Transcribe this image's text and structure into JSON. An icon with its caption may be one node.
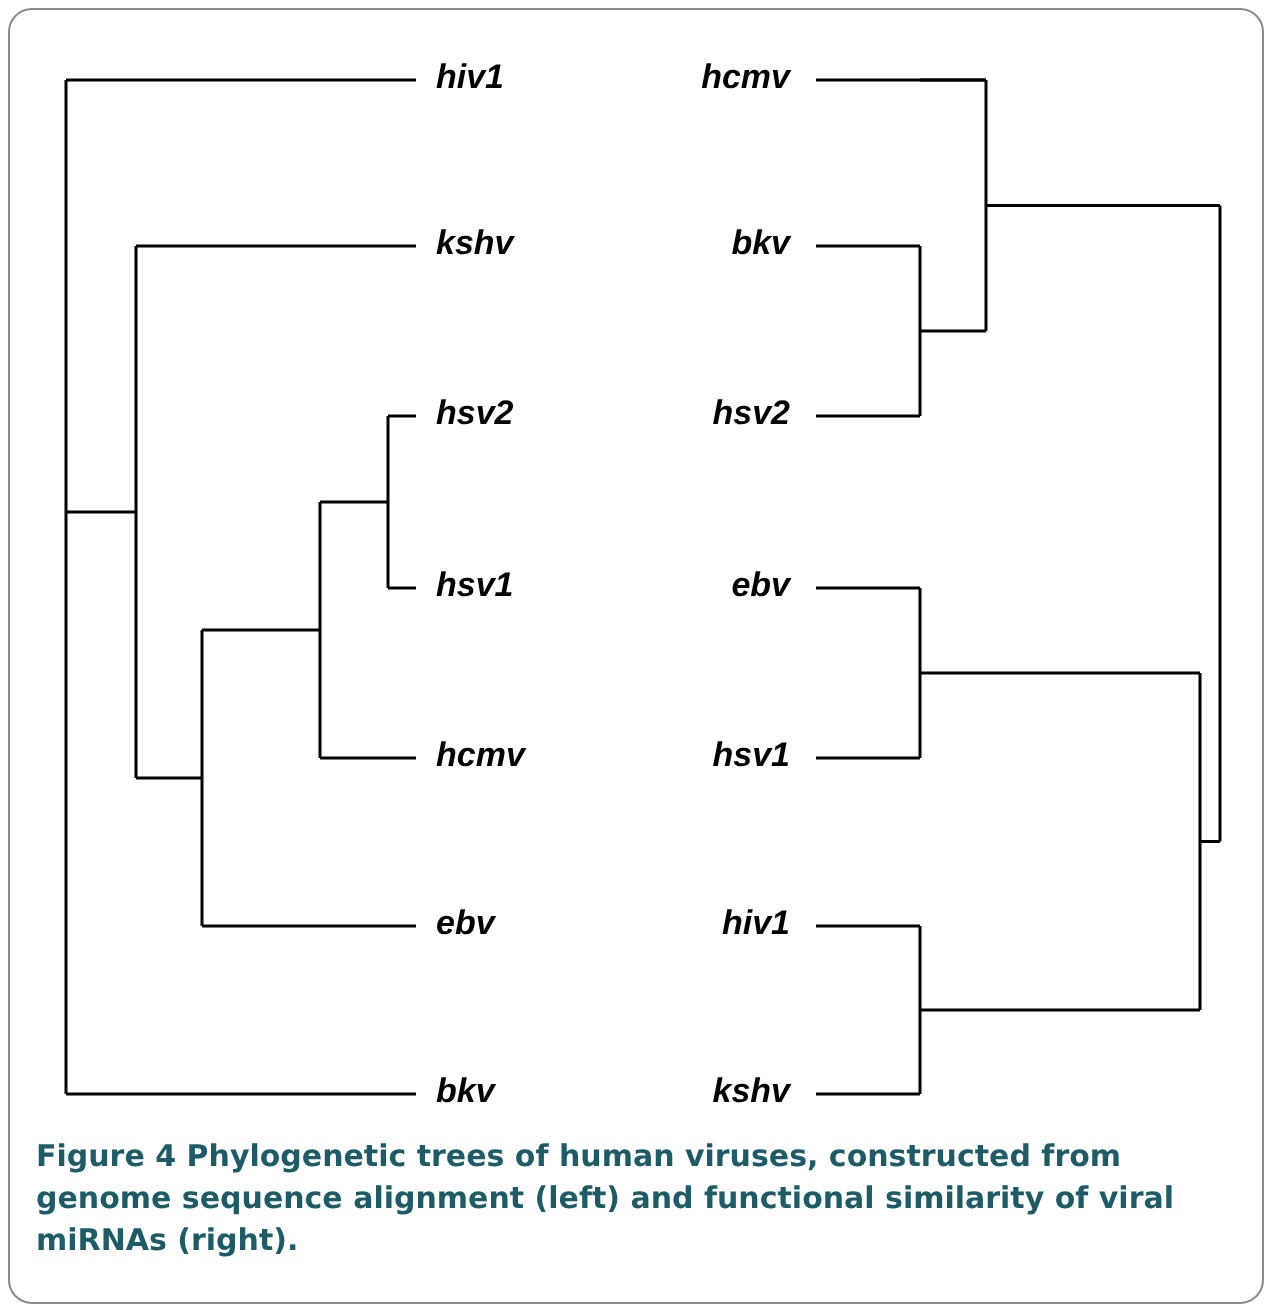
{
  "diagram": {
    "caption": "**Figure 4** Phylogenetic trees of human viruses, constructed from genome sequence alignment (left) and functional similarity of viral miRNAs (right).",
    "labels": [
      "hiv1",
      "hcmv",
      "kshv",
      "bkv",
      "hsv2",
      "hsv2",
      "hsv1",
      "ebv",
      "hcmv",
      "hsv1",
      "ebv",
      "hiv1",
      "bkv",
      "kshv"
    ]
  }
}
